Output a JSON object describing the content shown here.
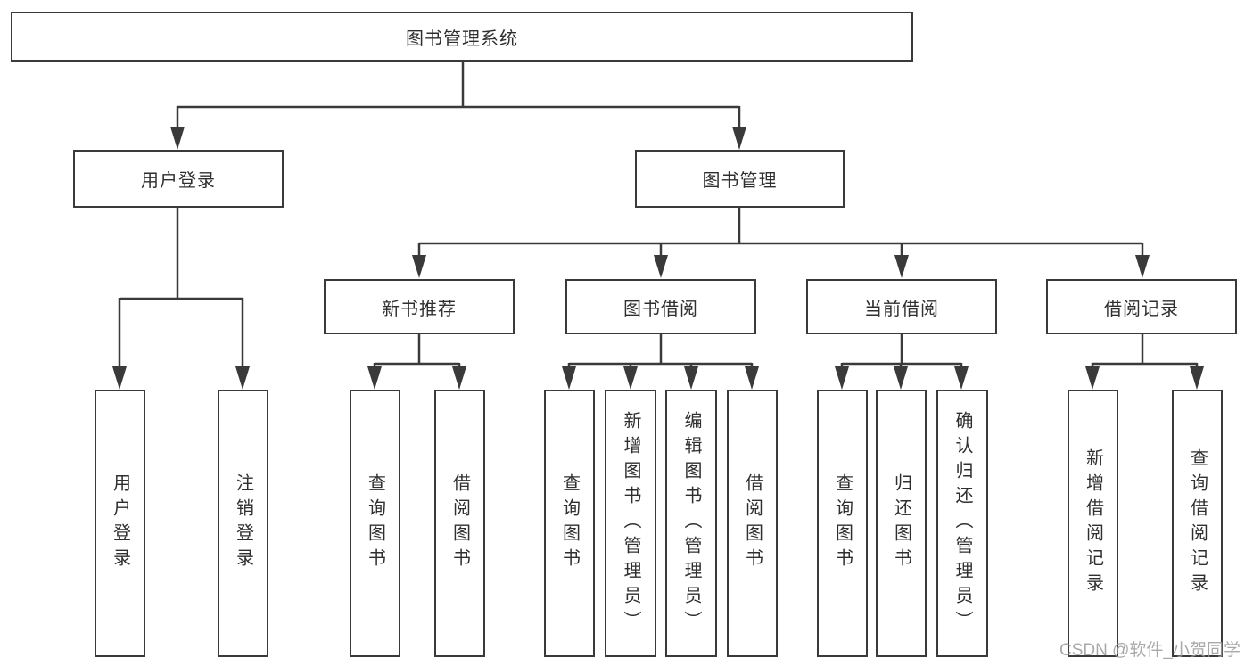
{
  "tree": {
    "root": "图书管理系统",
    "children": [
      {
        "label": "用户登录",
        "children": [
          "用户登录",
          "注销登录"
        ]
      },
      {
        "label": "图书管理",
        "children": [
          {
            "label": "新书推荐",
            "children": [
              "查询图书",
              "借阅图书"
            ]
          },
          {
            "label": "图书借阅",
            "children": [
              "查询图书",
              "新增图书（管理员）",
              "编辑图书（管理员）",
              "借阅图书"
            ]
          },
          {
            "label": "当前借阅",
            "children": [
              "查询图书",
              "归还图书",
              "确认归还（管理员）"
            ]
          },
          {
            "label": "借阅记录",
            "children": [
              "新增借阅记录",
              "查询借阅记录"
            ]
          }
        ]
      }
    ]
  },
  "watermark": {
    "text": "CSDN @软件_小贺同学"
  },
  "colors": {
    "line": "#3a3a3a",
    "text": "#2f2f2f",
    "watermark": "#9b9b9b",
    "background": "#ffffff"
  }
}
